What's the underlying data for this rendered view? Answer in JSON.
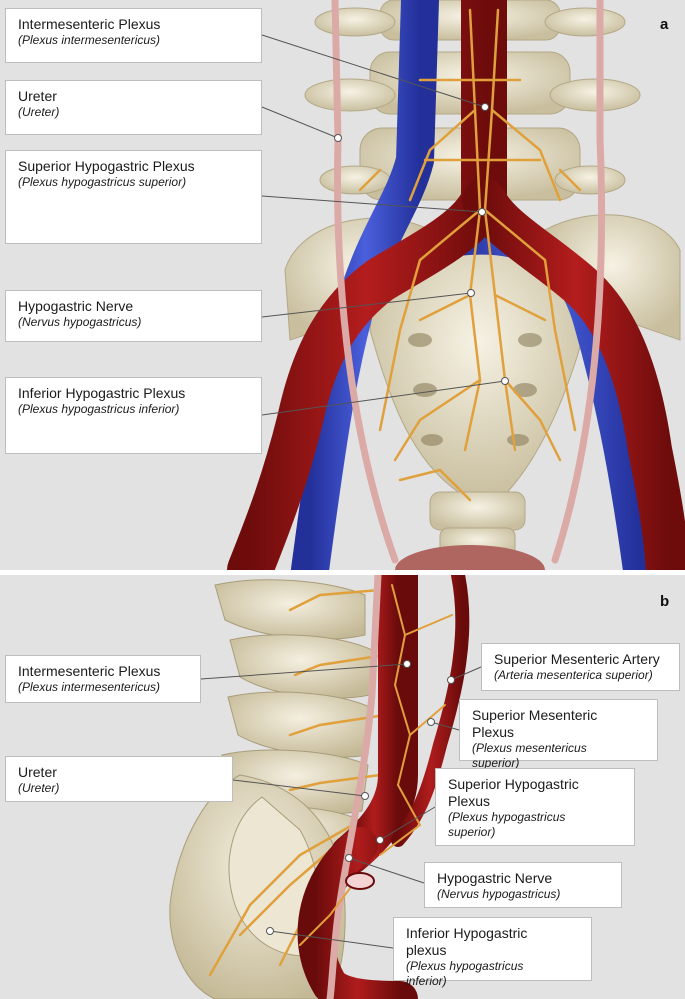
{
  "panel_a": {
    "letter": "a",
    "labels": [
      {
        "main": "Intermesenteric Plexus",
        "latin": "(Plexus intermesentericus)"
      },
      {
        "main": "Ureter",
        "latin": "(Ureter)"
      },
      {
        "main": "Superior Hypogastric Plexus",
        "latin": "(Plexus hypogastricus superior)"
      },
      {
        "main": "Hypogastric Nerve",
        "latin": "(Nervus hypogastricus)"
      },
      {
        "main": "Inferior Hypogastric Plexus",
        "latin": "(Plexus hypogastricus inferior)"
      }
    ]
  },
  "panel_b": {
    "letter": "b",
    "labels": [
      {
        "main": "Intermesenteric Plexus",
        "latin": "(Plexus intermesentericus)"
      },
      {
        "main": "Superior Mesenteric Artery",
        "latin": "(Arteria mesenterica superior)"
      },
      {
        "main": "Superior Mesenteric Plexus",
        "latin": "(Plexus mesentericus superior)"
      },
      {
        "main": "Ureter",
        "latin": "(Ureter)"
      },
      {
        "main": "Superior Hypogastric Plexus",
        "latin": "(Plexus hypogastricus superior)"
      },
      {
        "main": "Hypogastric Nerve",
        "latin": "(Nervus hypogastricus)"
      },
      {
        "main": "Inferior Hypogastric plexus",
        "latin": "(Plexus hypogastricus inferior)"
      }
    ]
  },
  "colors": {
    "artery": "#9c1414",
    "vein": "#3b4fc9",
    "bone": "#e8e1cc",
    "nerve": "#e0a03c",
    "ureter": "#dcaaa6",
    "background": "#e2e2e2"
  }
}
